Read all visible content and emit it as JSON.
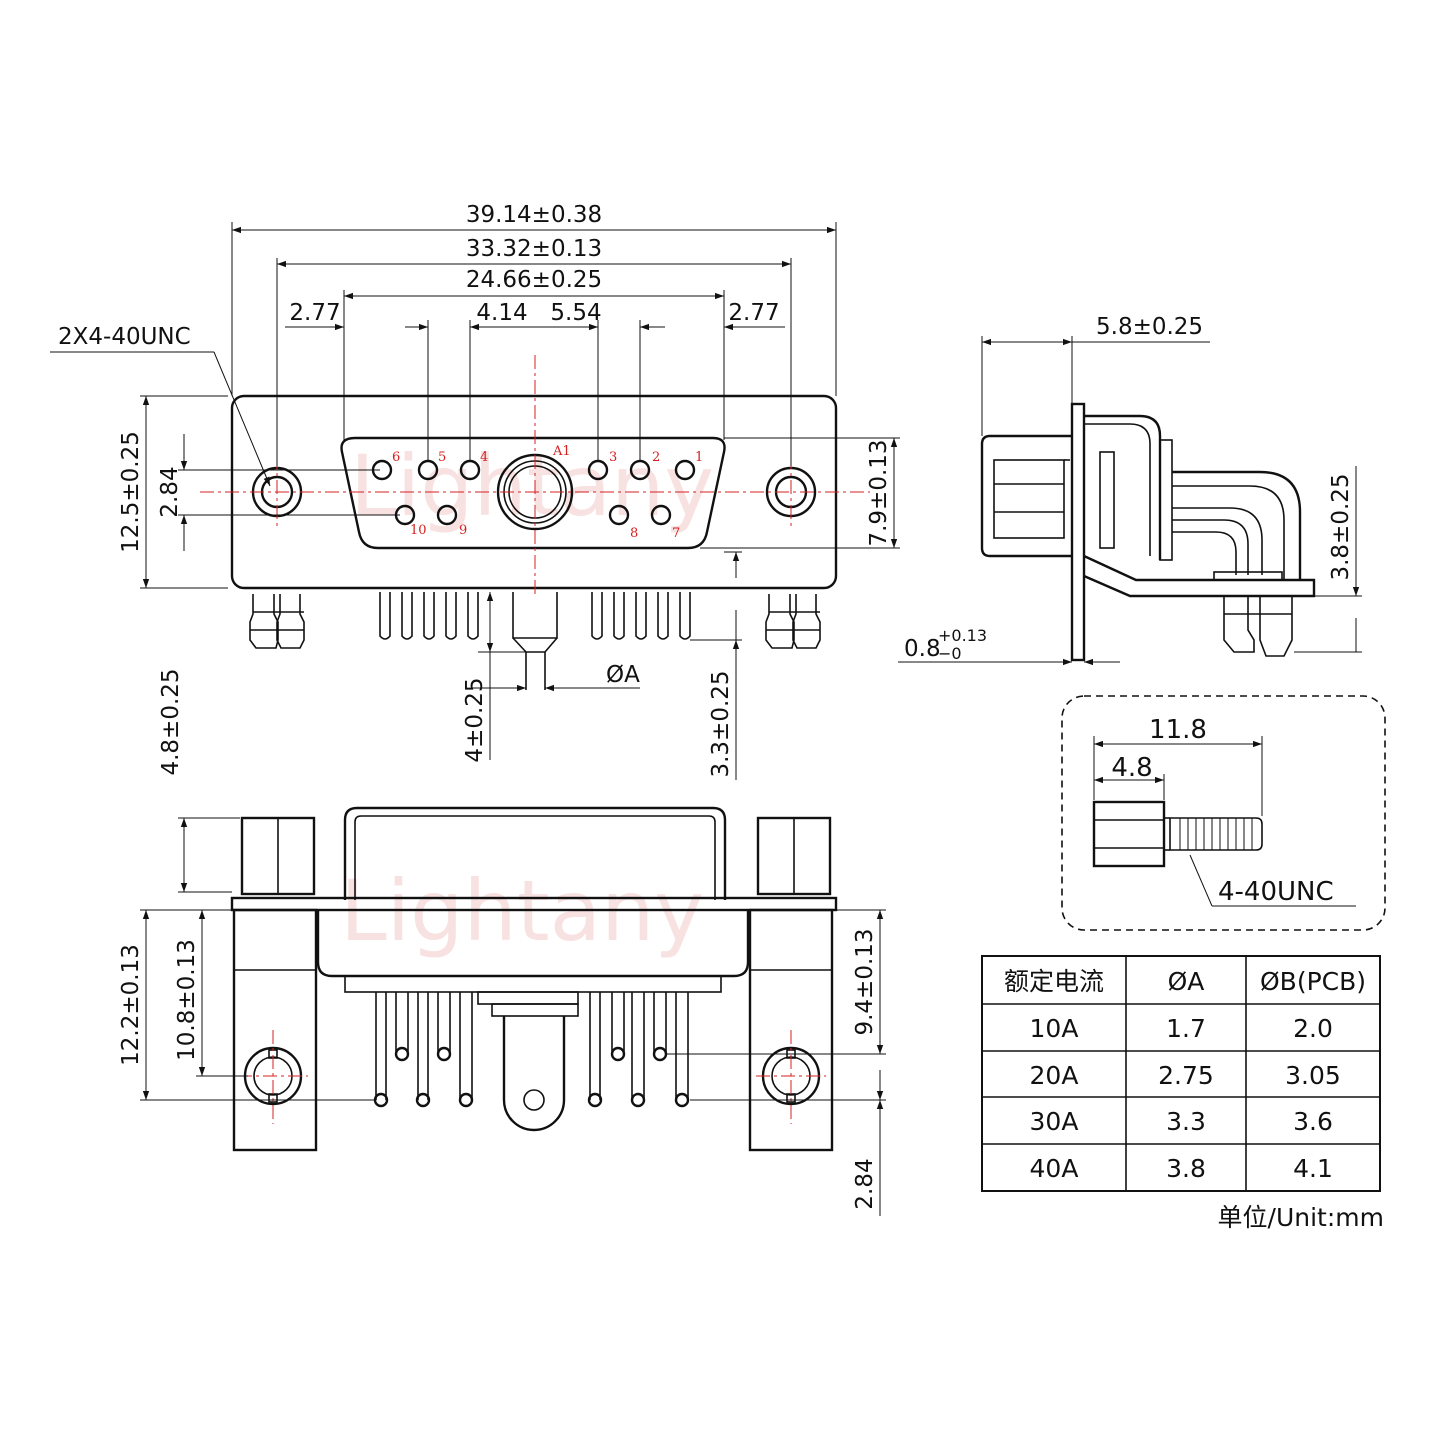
{
  "watermark": "Lightany",
  "front_view": {
    "dims": {
      "overall_width": "39.14±0.38",
      "mount_holes": "33.32±0.13",
      "shell_width": "24.66±0.25",
      "left_edge": "2.77",
      "pitch_a": "4.14",
      "pitch_b": "5.54",
      "right_edge": "2.77",
      "screw_note": "2X4-40UNC",
      "height": "12.5±0.25",
      "row_spacing": "2.84",
      "shell_height": "7.9±0.13",
      "coax_pin": "4±0.25",
      "diameter_a": "ØA",
      "pin_length": "3.3±0.25"
    },
    "pins": [
      "1",
      "2",
      "3",
      "4",
      "5",
      "6",
      "7",
      "8",
      "9",
      "10",
      "A1"
    ]
  },
  "side_view": {
    "depth": "5.8±0.25",
    "board_gap": "3.8±0.25",
    "plate_base": "0.8",
    "plate_tol_plus": "+0.13",
    "plate_tol_minus": "−0"
  },
  "bottom_view": {
    "standoff_height": "4.8±0.25",
    "pcb_total": "12.2±0.13",
    "pcb_hole": "10.8±0.13",
    "row_to_plate": "9.4±0.13",
    "row_pitch": "2.84"
  },
  "screw_detail": {
    "total_length": "11.8",
    "hex_length": "4.8",
    "thread": "4-40UNC"
  },
  "table": {
    "headers": [
      "额定电流",
      "ØA",
      "ØB(PCB)"
    ],
    "rows": [
      [
        "10A",
        "1.7",
        "2.0"
      ],
      [
        "20A",
        "2.75",
        "3.05"
      ],
      [
        "30A",
        "3.3",
        "3.6"
      ],
      [
        "40A",
        "3.8",
        "4.1"
      ]
    ],
    "unit_note": "单位/Unit:mm"
  }
}
